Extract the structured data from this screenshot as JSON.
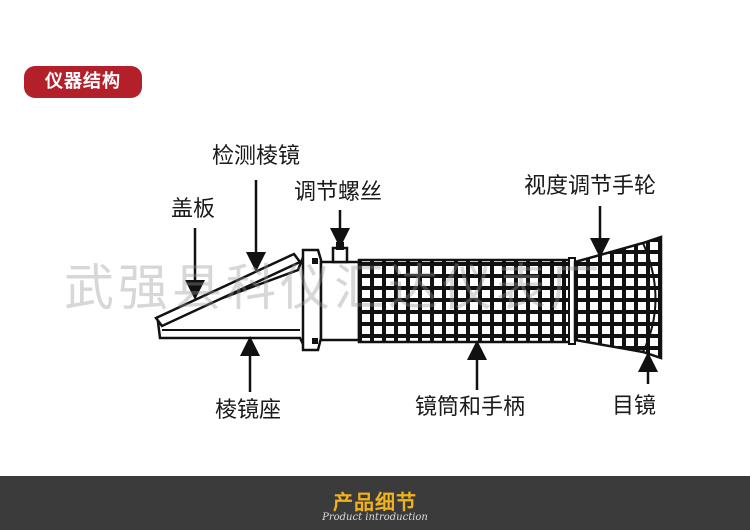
{
  "section_title": "仪器结构",
  "labels": {
    "detection_prism": "检测棱镜",
    "adjust_screw": "调节螺丝",
    "cover_plate": "盖板",
    "diopter_wheel": "视度调节手轮",
    "prism_base": "棱镜座",
    "tube_handle": "镜筒和手柄",
    "eyepiece": "目镜"
  },
  "watermark": "武强县科仪汇达仪表厂",
  "footer": {
    "title": "产品细节",
    "subtitle": "Product introduction"
  },
  "colors": {
    "badge": "#b3202a",
    "footer_bg": "#3b3b3b",
    "footer_title": "#f2b21c"
  }
}
